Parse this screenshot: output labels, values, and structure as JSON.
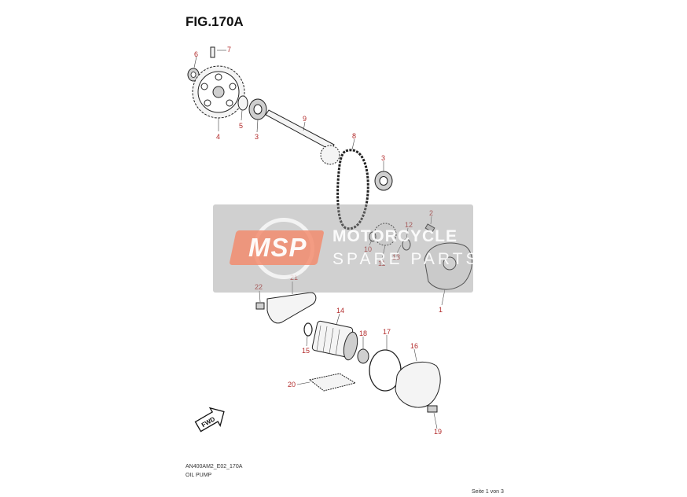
{
  "figure": {
    "title": "FIG.170A",
    "code": "AN400AM2_E02_170A",
    "caption": "OIL PUMP",
    "page_indicator": "Seite 1 von 3"
  },
  "callouts": [
    "1",
    "2",
    "3",
    "3",
    "4",
    "5",
    "6",
    "7",
    "8",
    "9",
    "10",
    "11",
    "12",
    "13",
    "14",
    "15",
    "16",
    "17",
    "18",
    "19",
    "20",
    "21",
    "22"
  ],
  "watermark": {
    "logo_text": "MSP",
    "line1": "MOTORCYCLE",
    "line2": "SPARE PARTS"
  },
  "fwd_arrow_text": "FWD",
  "colors": {
    "callout": "#b22a2a",
    "logo": "#f28c6e",
    "watermark_band": "#969696"
  }
}
